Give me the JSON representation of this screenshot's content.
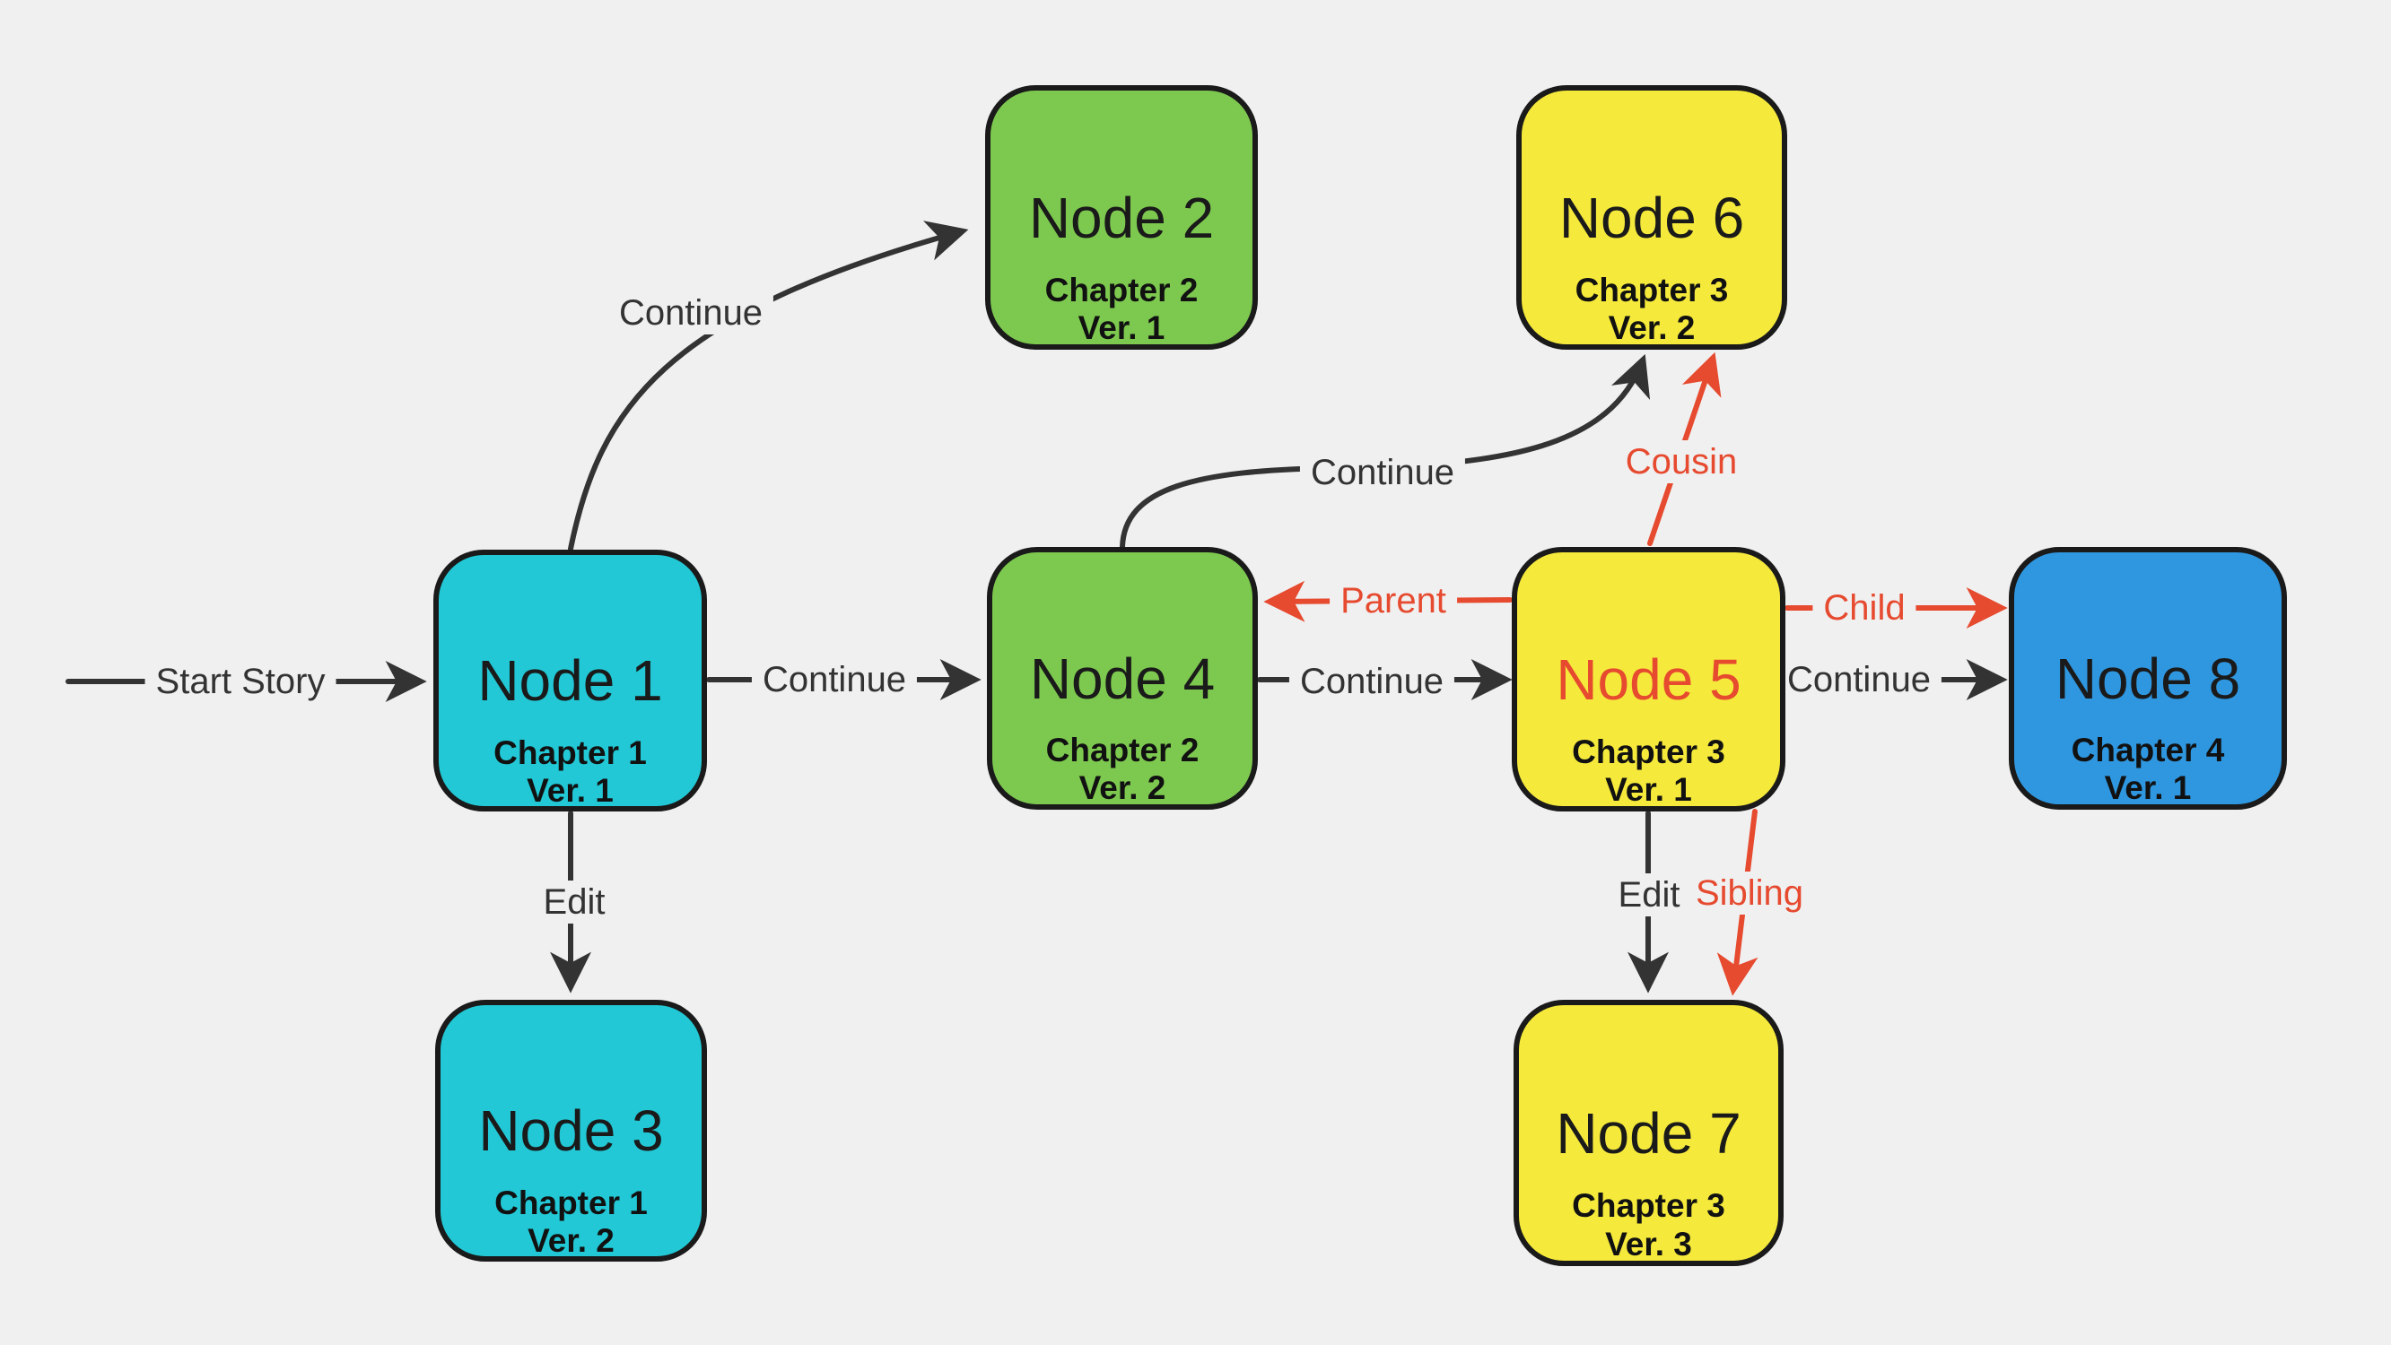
{
  "diagram": {
    "background": "#F0F0F0",
    "colors": {
      "bg": "#F0F0F0",
      "teal": "#22C8D5",
      "green": "#7DC94F",
      "yellow": "#F5E93B",
      "blue": "#2F97E0",
      "red": "#E64A2F",
      "edge": "#333333",
      "border": "#1A1A1A"
    },
    "nodes": [
      {
        "id": "node1",
        "title": "Node 1",
        "chapter": "Chapter 1",
        "version": "Ver. 1",
        "color": "teal"
      },
      {
        "id": "node2",
        "title": "Node 2",
        "chapter": "Chapter 2",
        "version": "Ver. 1",
        "color": "green"
      },
      {
        "id": "node3",
        "title": "Node 3",
        "chapter": "Chapter 1",
        "version": "Ver. 2",
        "color": "teal"
      },
      {
        "id": "node4",
        "title": "Node 4",
        "chapter": "Chapter 2",
        "version": "Ver. 2",
        "color": "green"
      },
      {
        "id": "node5",
        "title": "Node 5",
        "chapter": "Chapter 3",
        "version": "Ver. 1",
        "color": "yellow",
        "title_color": "red"
      },
      {
        "id": "node6",
        "title": "Node 6",
        "chapter": "Chapter 3",
        "version": "Ver. 2",
        "color": "yellow"
      },
      {
        "id": "node7",
        "title": "Node 7",
        "chapter": "Chapter 3",
        "version": "Ver. 3",
        "color": "yellow"
      },
      {
        "id": "node8",
        "title": "Node 8",
        "chapter": "Chapter 4",
        "version": "Ver. 1",
        "color": "blue"
      }
    ],
    "edges": [
      {
        "id": "start-node1",
        "label": "Start Story",
        "color": "black"
      },
      {
        "id": "node1-node2",
        "label": "Continue",
        "color": "black"
      },
      {
        "id": "node1-node4",
        "label": "Continue",
        "color": "black"
      },
      {
        "id": "node1-node3",
        "label": "Edit",
        "color": "black"
      },
      {
        "id": "node4-node6",
        "label": "Continue",
        "color": "black"
      },
      {
        "id": "node4-node5",
        "label": "Continue",
        "color": "black"
      },
      {
        "id": "node5-node4",
        "label": "Parent",
        "color": "red"
      },
      {
        "id": "node5-node6",
        "label": "Cousin",
        "color": "red"
      },
      {
        "id": "node5-node8-child",
        "label": "Child",
        "color": "red"
      },
      {
        "id": "node5-node8",
        "label": "Continue",
        "color": "black"
      },
      {
        "id": "node5-node7-edit",
        "label": "Edit",
        "color": "black"
      },
      {
        "id": "node5-node7-sibling",
        "label": "Sibling",
        "color": "red"
      }
    ]
  }
}
